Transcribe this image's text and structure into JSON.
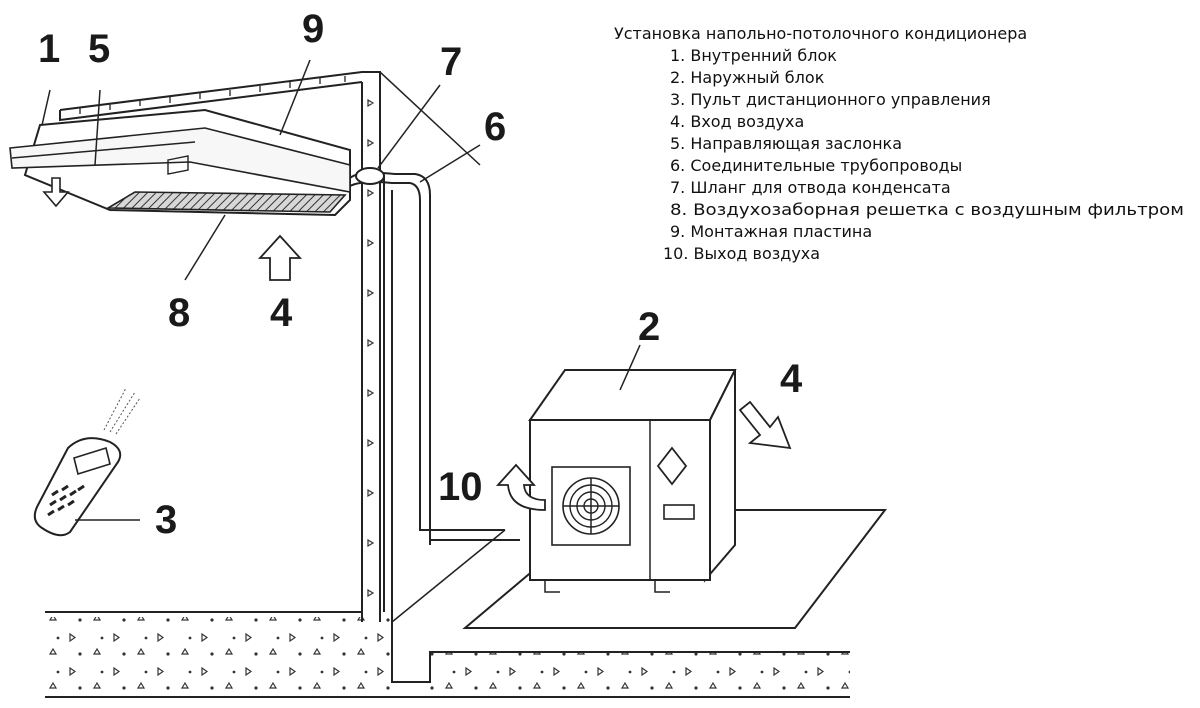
{
  "legend": {
    "title": "Установка напольно-потолочного кондиционера",
    "items": [
      "1. Внутренний блок",
      "2. Наружный блок",
      "3. Пульт дистанционного управления",
      "4. Вход воздуха",
      "5. Направляющая заслонка",
      "6. Соединительные трубопроводы",
      "7. Шланг для отвода конденсата",
      "8. Воздухозаборная решетка с воздушным фильтром",
      "9. Монтажная пластина",
      "10. Выход воздуха"
    ]
  },
  "callouts": {
    "n1": "1",
    "n5": "5",
    "n9": "9",
    "n7": "7",
    "n6": "6",
    "n8": "8",
    "n4a": "4",
    "n2": "2",
    "n4b": "4",
    "n10": "10",
    "n3": "3"
  }
}
